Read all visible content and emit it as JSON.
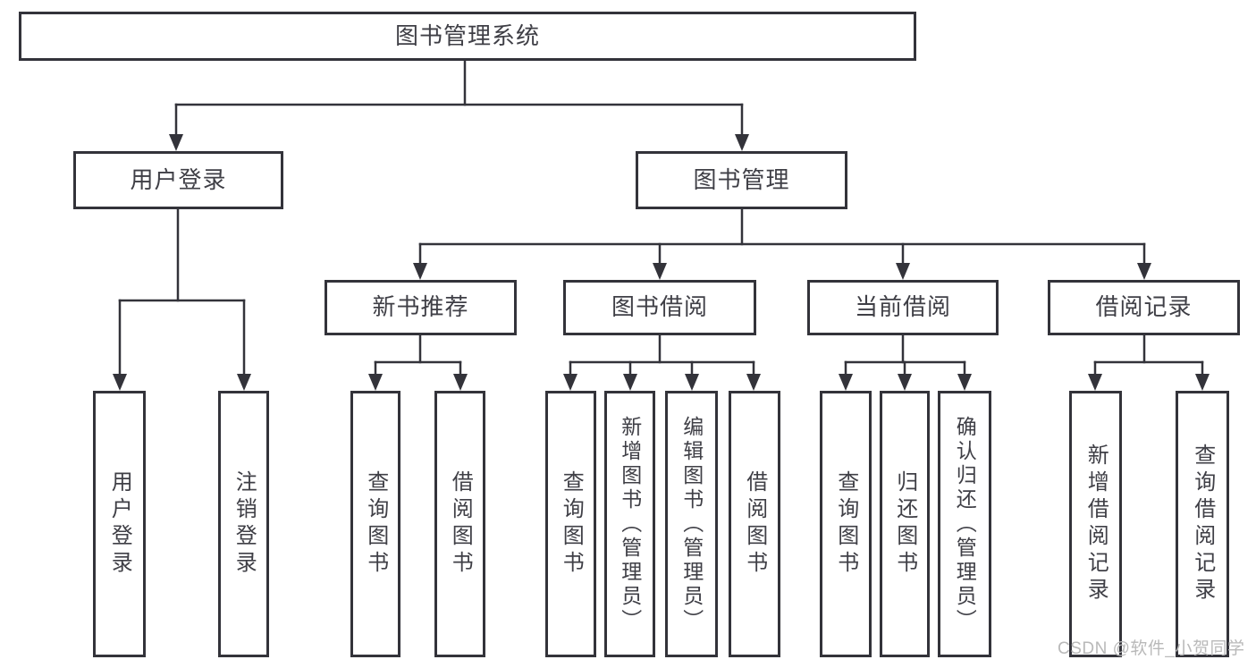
{
  "diagram_title": "图书管理系统",
  "nodes": {
    "root": {
      "label": "图书管理系统"
    },
    "user_login": {
      "label": "用户登录"
    },
    "book_mgmt": {
      "label": "图书管理"
    },
    "new_book_rec": {
      "label": "新书推荐"
    },
    "book_borrow": {
      "label": "图书借阅"
    },
    "current_borrow": {
      "label": "当前借阅"
    },
    "borrow_records": {
      "label": "借阅记录"
    },
    "leaf_user_login": {
      "label": "用户登录"
    },
    "leaf_logout": {
      "label": "注销登录"
    },
    "leaf_query_book_rec": {
      "label": "查询图书"
    },
    "leaf_borrow_book_rec": {
      "label": "借阅图书"
    },
    "leaf_query_book_borrow": {
      "label": "查询图书"
    },
    "leaf_add_book": {
      "label": "新增图书（管理员）"
    },
    "leaf_edit_book": {
      "label": "编辑图书（管理员）"
    },
    "leaf_borrow_book_borrow": {
      "label": "借阅图书"
    },
    "leaf_query_book_current": {
      "label": "查询图书"
    },
    "leaf_return_book": {
      "label": "归还图书"
    },
    "leaf_confirm_return": {
      "label": "确认归还（管理员）"
    },
    "leaf_add_borrow_record": {
      "label": "新增借阅记录"
    },
    "leaf_query_borrow_record": {
      "label": "查询借阅记录"
    }
  },
  "watermark": {
    "text": "CSDN @软件_小贺同学"
  },
  "colors": {
    "line": "#33333a",
    "text": "#3f3f46",
    "watermark": "#b9b9b9",
    "background": "#ffffff"
  }
}
